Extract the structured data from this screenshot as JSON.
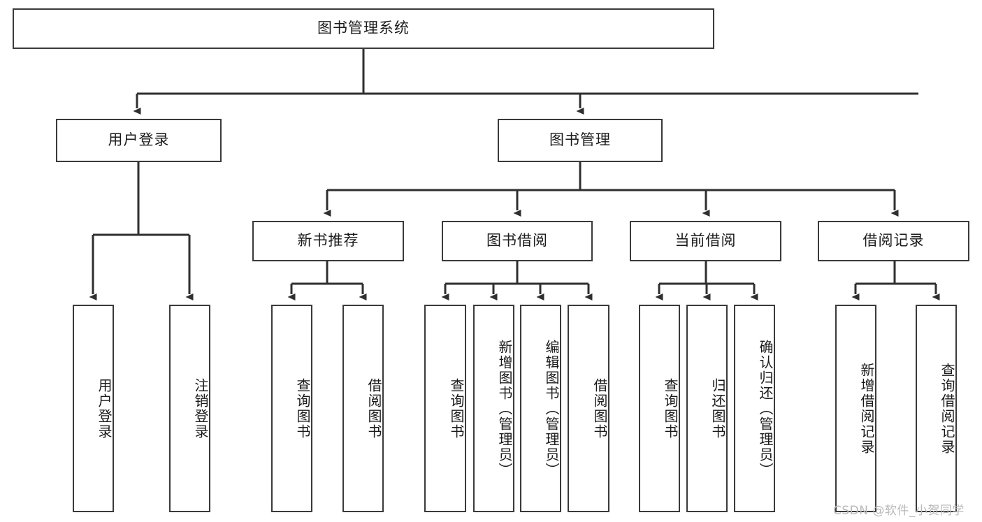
{
  "diagram": {
    "title": "图书管理系统",
    "type": "tree-hierarchy",
    "watermark": "CSDN @软件_小贺同学",
    "colors": {
      "box_border": "#3a3a3a",
      "box_fill": "#ffffff",
      "edge": "#2f2f2f",
      "text": "#1b1b1b",
      "watermark": "#b9b9b9",
      "background": "#ffffff"
    },
    "root": {
      "label": "图书管理系统"
    },
    "level1": [
      {
        "label": "用户登录"
      },
      {
        "label": "图书管理"
      }
    ],
    "level2": [
      {
        "label": "新书推荐"
      },
      {
        "label": "图书借阅"
      },
      {
        "label": "当前借阅"
      },
      {
        "label": "借阅记录"
      }
    ],
    "leaves": {
      "user_login": [
        {
          "label": "用户登录"
        },
        {
          "label": "注销登录"
        }
      ],
      "new_book_recommend": [
        {
          "label": "查询图书"
        },
        {
          "label": "借阅图书"
        }
      ],
      "book_borrow": [
        {
          "label": "查询图书"
        },
        {
          "label": "新增图书（管理员）"
        },
        {
          "label": "编辑图书（管理员）"
        },
        {
          "label": "借阅图书"
        }
      ],
      "current_borrow": [
        {
          "label": "查询图书"
        },
        {
          "label": "归还图书"
        },
        {
          "label": "确认归还（管理员）"
        }
      ],
      "borrow_record": [
        {
          "label": "新增借阅记录"
        },
        {
          "label": "查询借阅记录"
        }
      ]
    }
  }
}
